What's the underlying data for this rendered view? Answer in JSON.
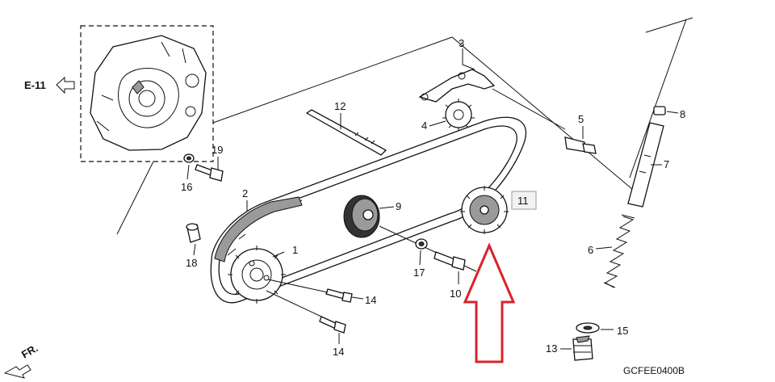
{
  "diagram": {
    "ref_label": "E-11",
    "direction_label": "FR.",
    "code": "GCFEE0400B",
    "callouts": {
      "c1": "1",
      "c2": "2",
      "c3": "3",
      "c4": "4",
      "c5": "5",
      "c6": "6",
      "c7": "7",
      "c8": "8",
      "c9": "9",
      "c10": "10",
      "c11": "11",
      "c12": "12",
      "c13": "13",
      "c14a": "14",
      "c14b": "14",
      "c15": "15",
      "c16": "16",
      "c17": "17",
      "c18": "18",
      "c19": "19"
    },
    "highlighted_part": "11",
    "colors": {
      "highlight_arrow": "#d8232a",
      "callout_box": "#f2f2f2"
    }
  }
}
